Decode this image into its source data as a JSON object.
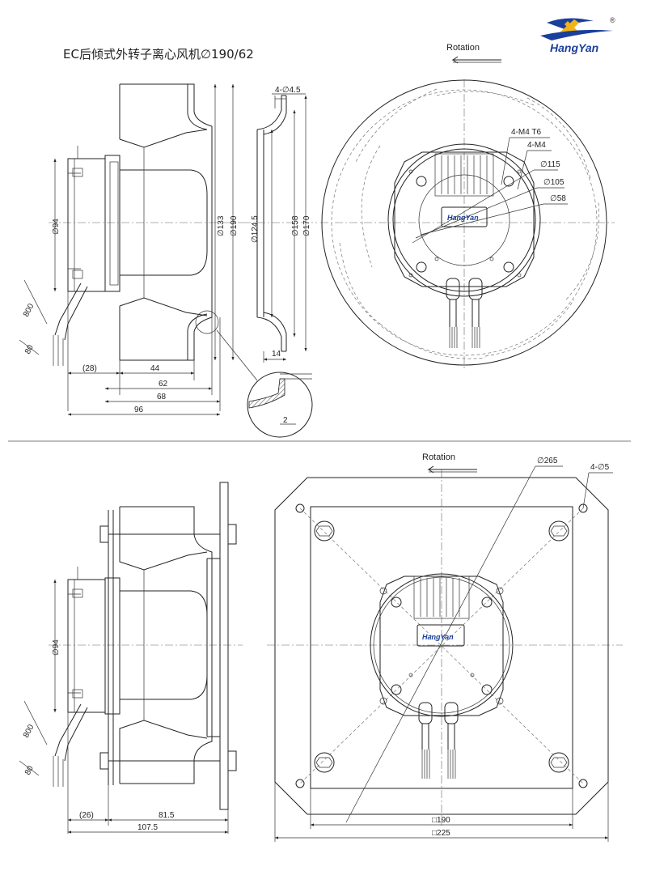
{
  "title": "EC后倾式外转子离心风机∅190/62",
  "brand": {
    "name": "HangYan",
    "badge_text": "HangYan",
    "registered_mark": "®",
    "color": "#1a3f9c",
    "accent": "#f2b31a"
  },
  "top_drawing": {
    "rotation_label": "Rotation",
    "dims": {
      "hole_spec": "4-∅4.5",
      "d94": "∅94",
      "d133": "∅133",
      "d190": "∅190",
      "d124_5": "∅124.5",
      "d158": "∅158",
      "d170": "∅170",
      "cable_800": "800",
      "cable_80": "80",
      "d28": "(28)",
      "d44": "44",
      "d62": "62",
      "d68": "68",
      "d96": "96",
      "d14": "14",
      "d2": "2",
      "m4t6": "4-M4 T6",
      "m4": "4-M4",
      "d115": "∅115",
      "d105": "∅105",
      "d58": "∅58"
    }
  },
  "bottom_drawing": {
    "rotation_label": "Rotation",
    "dims": {
      "d265": "∅265",
      "hole_spec": "4-∅5",
      "d94": "∅94",
      "cable_800": "800",
      "cable_80": "80",
      "d26": "(26)",
      "d81_5": "81.5",
      "d107_5": "107.5",
      "sq190": "□190",
      "sq225": "□225"
    }
  }
}
